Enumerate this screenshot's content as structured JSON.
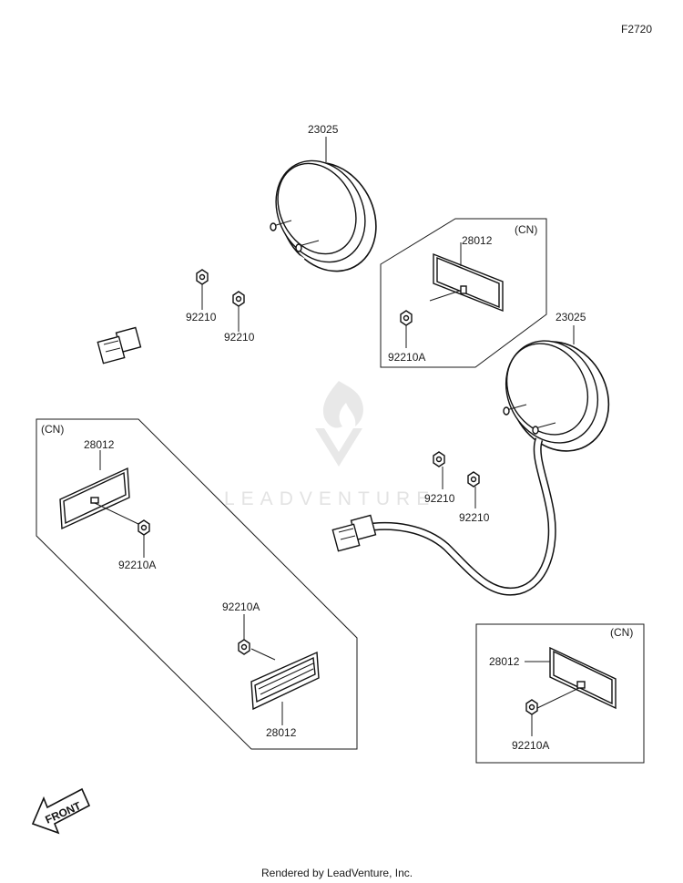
{
  "diagram_code": "F2720",
  "watermark": "LEADVENTURE",
  "footer": "Rendered by LeadVenture, Inc.",
  "front_arrow_label": "FRONT",
  "region_tags": {
    "cn_a": "(CN)",
    "cn_b": "(CN)",
    "cn_c": "(CN)"
  },
  "callouts": {
    "light_left": "23025",
    "light_right": "23025",
    "nut_left_a": "92210",
    "nut_left_b": "92210",
    "nut_right_a": "92210",
    "nut_right_b": "92210",
    "reflector_cn_a": "28012",
    "reflector_nut_cn_a": "92210A",
    "reflector_cn_b_top": "28012",
    "reflector_nut_cn_b_top": "92210A",
    "reflector_nut_cn_b_bottom": "92210A",
    "reflector_cn_b_bottom": "28012",
    "reflector_cn_c": "28012",
    "reflector_nut_cn_c": "92210A"
  },
  "colors": {
    "line": "#1a1a1a",
    "watermark": "#e3e3e3",
    "background": "#ffffff"
  }
}
